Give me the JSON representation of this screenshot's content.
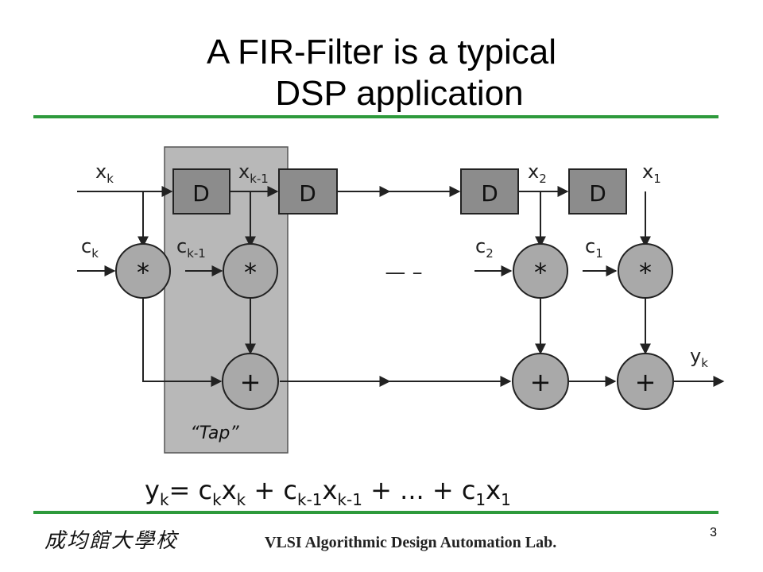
{
  "title": {
    "line1": "A FIR-Filter is a typical",
    "line2": "DSP application"
  },
  "diagram": {
    "tap_label": "“Tap”",
    "delay_label": "D",
    "multiplier_symbol": "*",
    "adder_symbol": "+",
    "ellipsis": "— –",
    "inputs": {
      "x_k": "k",
      "x_k_1": "k-1",
      "x_2": "2",
      "x_1": "1"
    },
    "coefficients": {
      "c_k": "k",
      "c_k_1": "k-1",
      "c_2": "2",
      "c_1": "1"
    },
    "output": "k",
    "colors": {
      "tap_fill": "#b8b8b8",
      "delay_fill": "#8c8c8c",
      "node_fill": "#a9a9a9",
      "line": "#222222"
    }
  },
  "formula": {
    "y_sub": "k",
    "t1_sub": "k",
    "t1x_sub": "k",
    "t2_sub": "k-1",
    "t2x_sub": "k-1",
    "dots": "...",
    "t3_sub": "1",
    "t3x_sub": "1"
  },
  "footer": {
    "institution": "成均館大學校",
    "lab": "VLSI Algorithmic Design Automation Lab.",
    "page_number": "3"
  }
}
